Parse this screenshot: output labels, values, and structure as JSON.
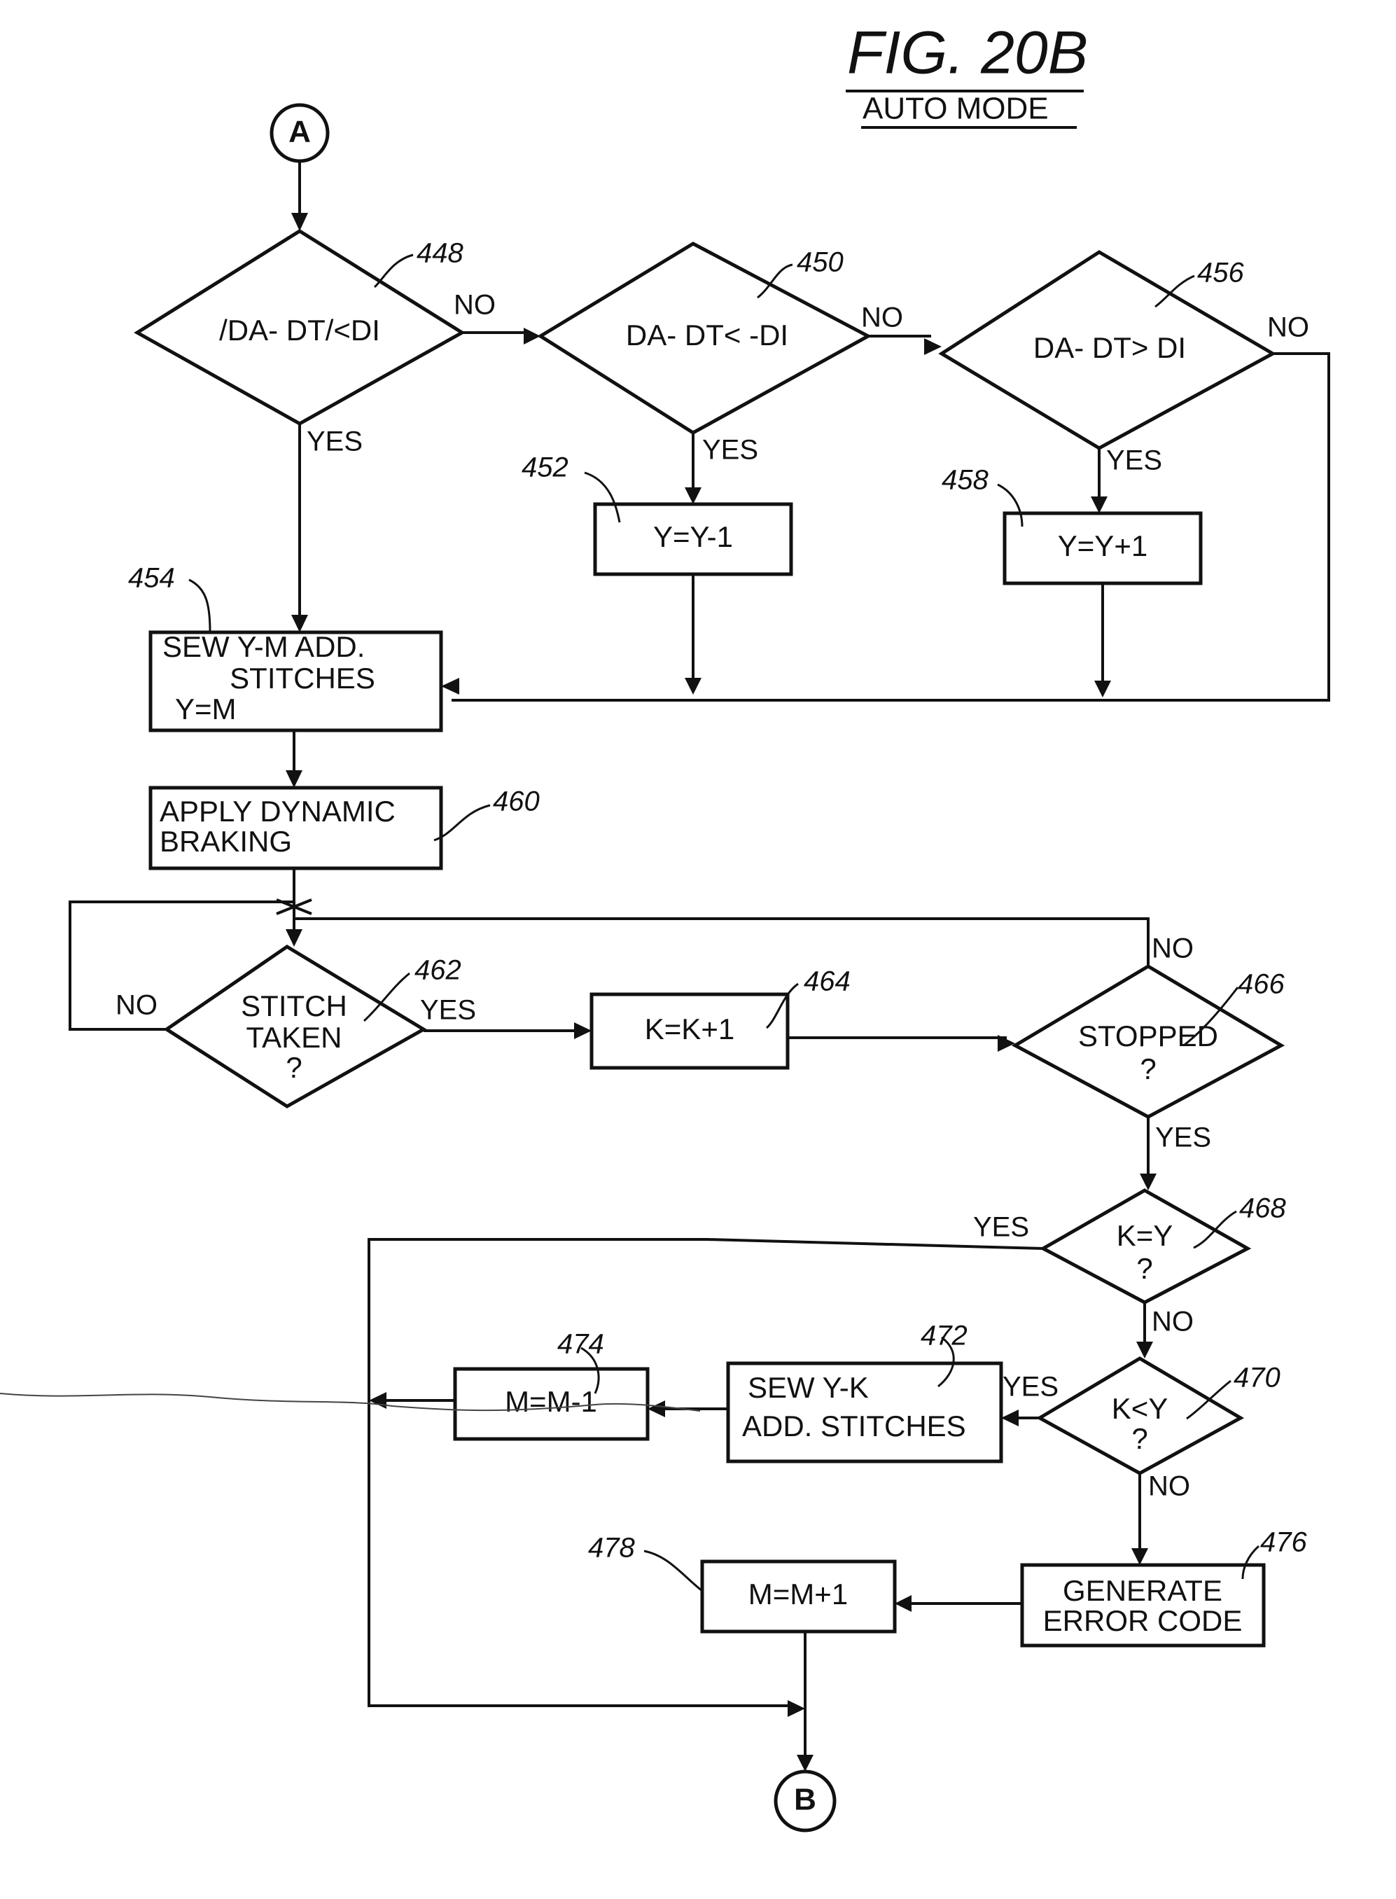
{
  "figure": {
    "title": "FIG. 20B",
    "subtitle": "AUTO MODE"
  },
  "connectors": {
    "start": "A",
    "end": "B"
  },
  "decisions": {
    "d448": "/DA- DT/<DI",
    "d450": "DA- DT< -DI",
    "d456": "DA- DT> DI",
    "d462": [
      "STITCH",
      "TAKEN",
      "?"
    ],
    "d466": [
      "STOPPED",
      "?"
    ],
    "d468": [
      "K=Y",
      "?"
    ],
    "d470": [
      "K<Y",
      "?"
    ]
  },
  "processes": {
    "p452": "Y=Y-1",
    "p458": "Y=Y+1",
    "p454": [
      "SEW Y-M ADD.",
      "STITCHES",
      "Y=M"
    ],
    "p460": [
      "APPLY DYNAMIC",
      "BRAKING"
    ],
    "p464": "K=K+1",
    "p472": [
      "SEW  Y-K",
      "ADD. STITCHES"
    ],
    "p474": "M=M-1",
    "p476": [
      "GENERATE",
      "ERROR  CODE"
    ],
    "p478": "M=M+1"
  },
  "references": {
    "r448": "448",
    "r450": "450",
    "r452": "452",
    "r454": "454",
    "r456": "456",
    "r458": "458",
    "r460": "460",
    "r462": "462",
    "r464": "464",
    "r466": "466",
    "r468": "468",
    "r470": "470",
    "r472": "472",
    "r474": "474",
    "r476": "476",
    "r478": "478"
  },
  "edge_labels": {
    "yes": "YES",
    "no": "NO"
  }
}
